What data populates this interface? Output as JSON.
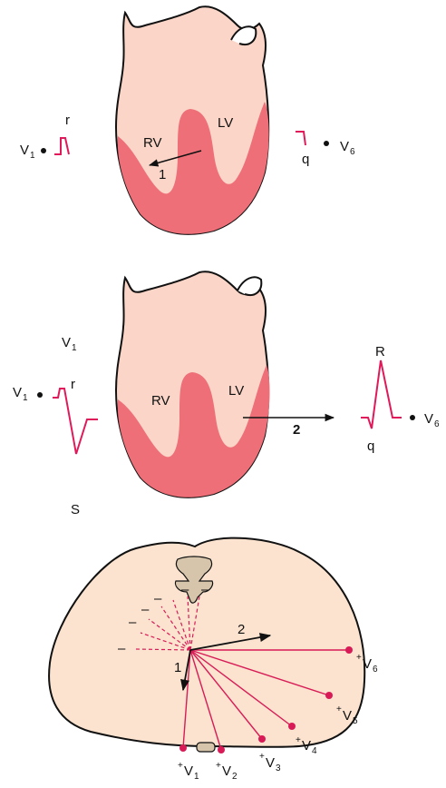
{
  "colors": {
    "heart_outer": "#fbd6c8",
    "myocardium": "#ee6f78",
    "ecg_trace": "#e0195a",
    "chest": "#fbe3cf",
    "spine": "#d7c5ab",
    "lead_line": "#d81b56",
    "outline": "#111111"
  },
  "panel1": {
    "rv": "RV",
    "lv": "LV",
    "vector": "1",
    "v1_lead": "V",
    "v1_sub": "1",
    "v1_wave": "r",
    "v6_lead": "V",
    "v6_sub": "6",
    "v6_wave": "q"
  },
  "panel2": {
    "rv": "RV",
    "lv": "LV",
    "vector": "2",
    "v1_title": "V",
    "v1_title_sub": "1",
    "v1_lead": "V",
    "v1_sub": "1",
    "v1_r": "r",
    "v1_s": "S",
    "v6_lead": "V",
    "v6_sub": "6",
    "v6_r": "R",
    "v6_q": "q"
  },
  "panel3": {
    "vector1": "1",
    "vector2": "2",
    "minus": "–",
    "plus": "+",
    "lead_prefix": "V",
    "leads": [
      "1",
      "2",
      "3",
      "4",
      "5",
      "6"
    ]
  }
}
